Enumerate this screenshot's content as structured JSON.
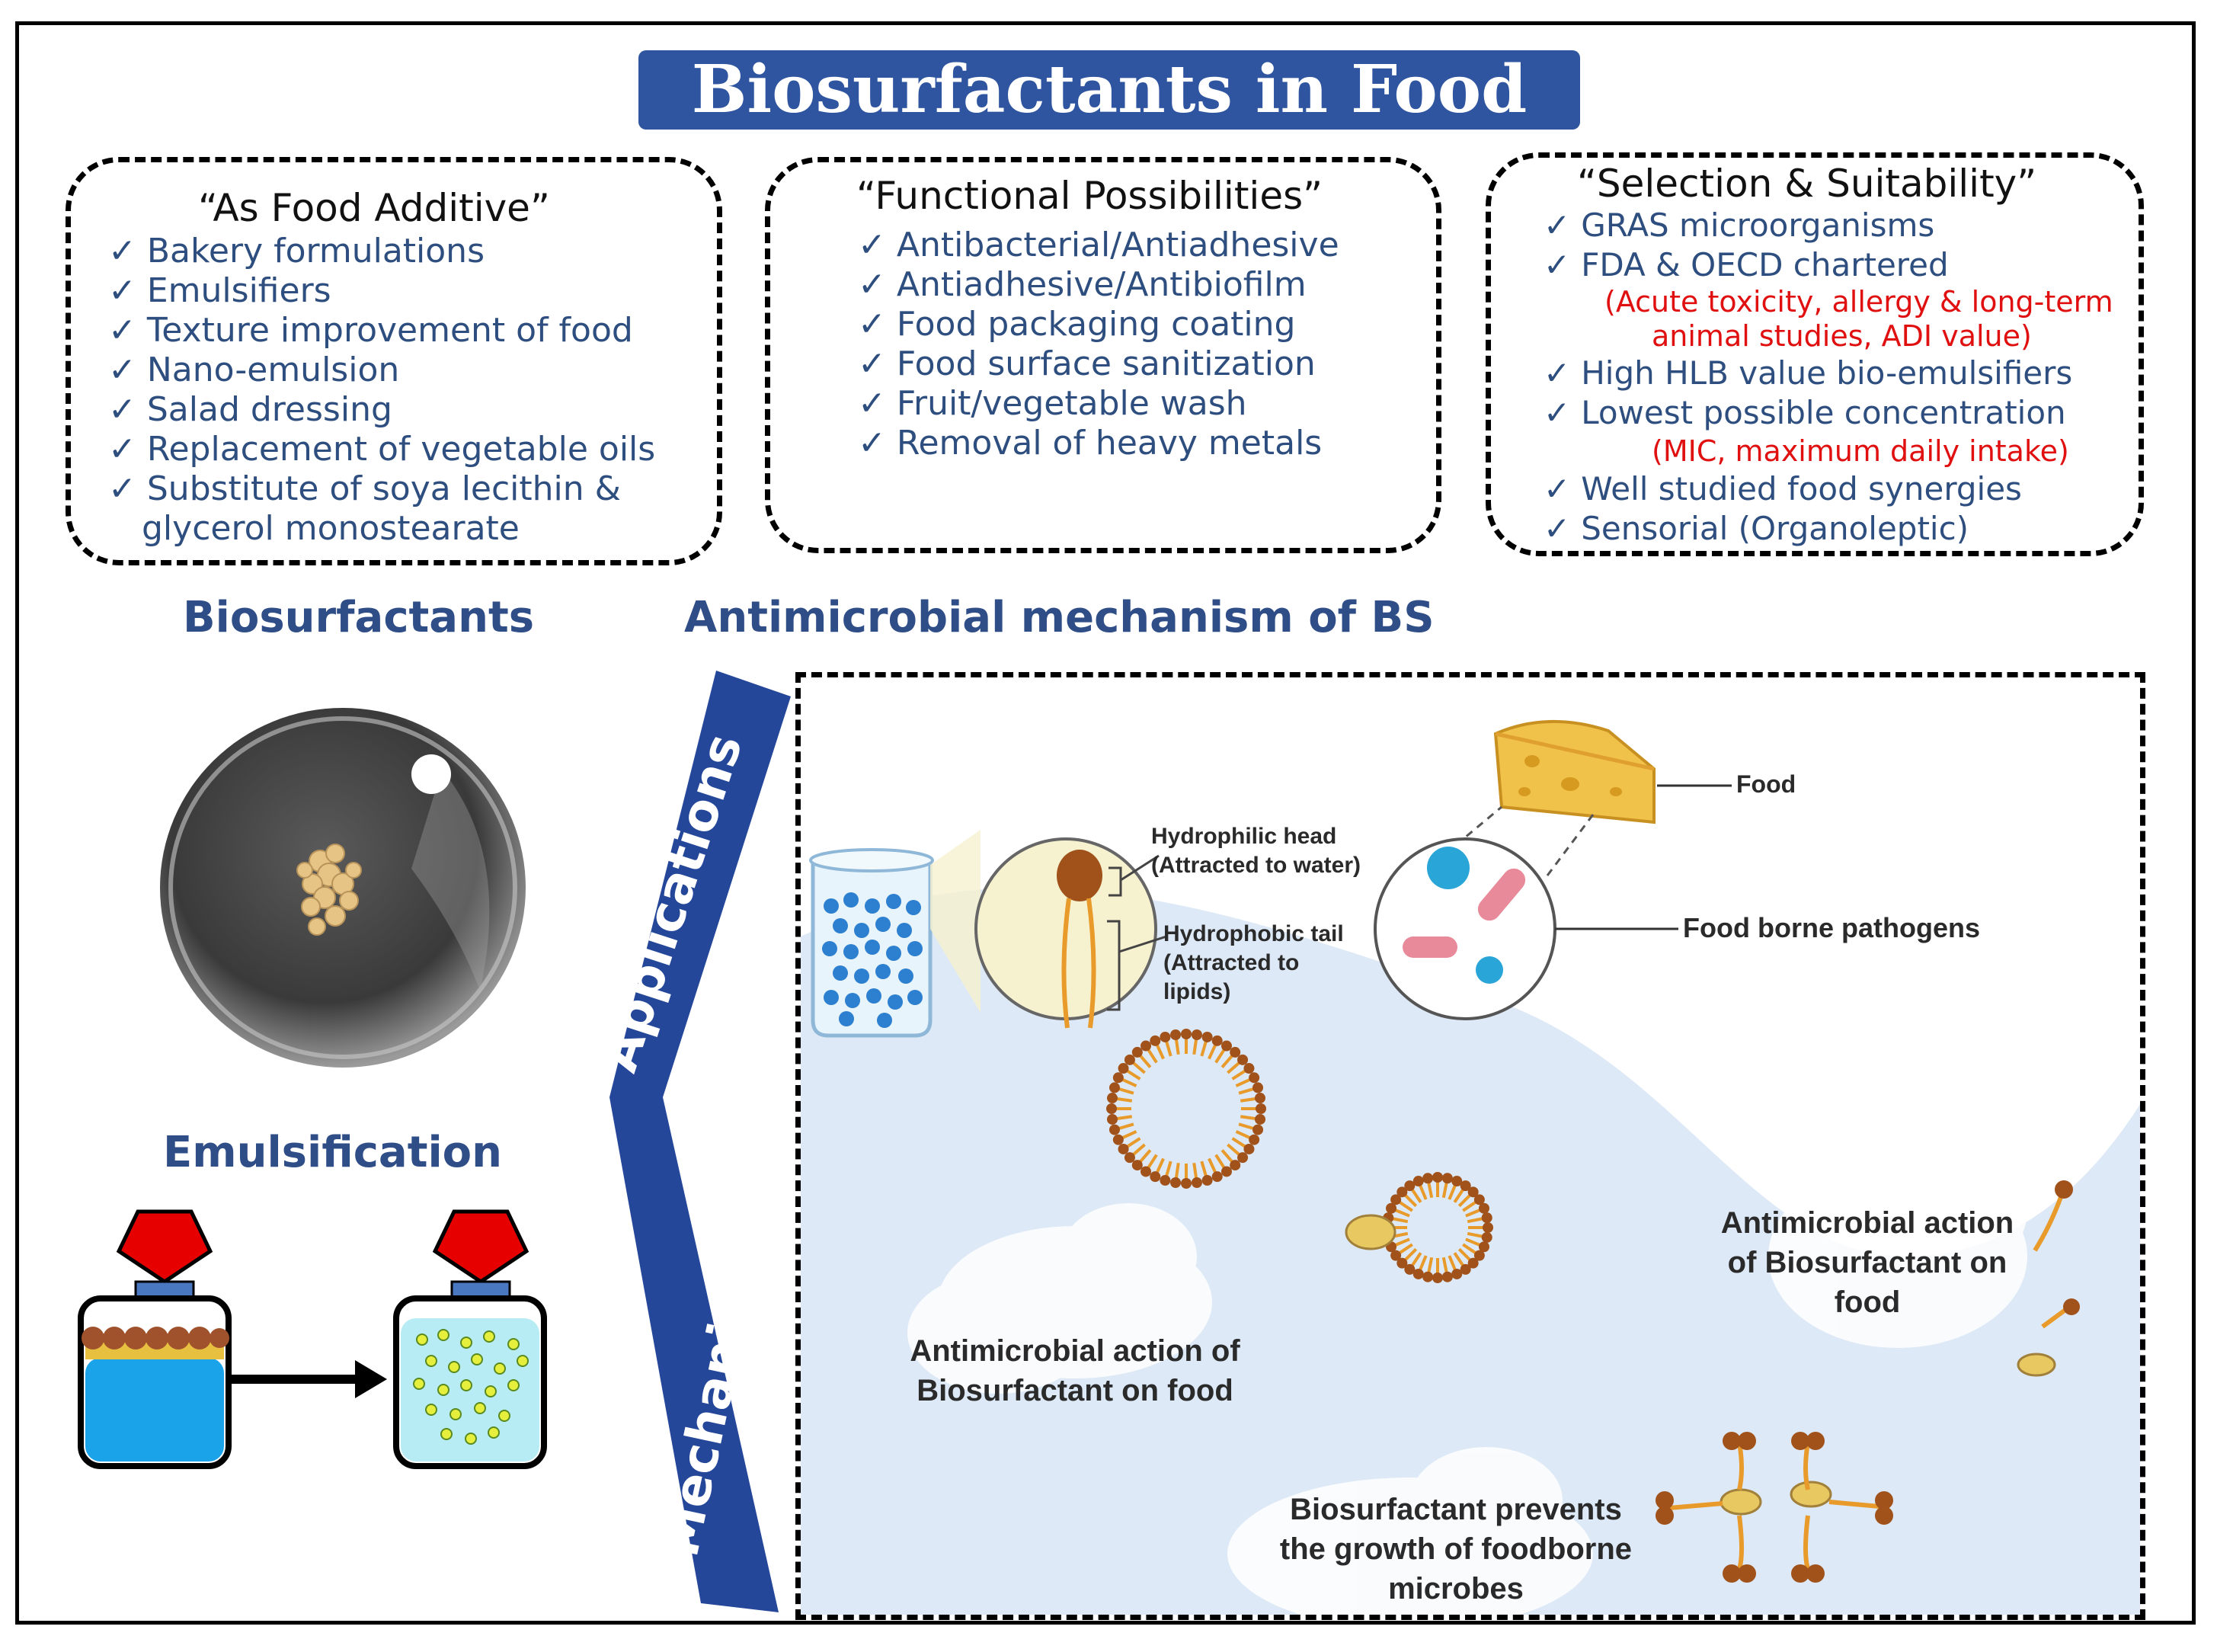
{
  "title": "Biosurfactants in Food",
  "additive": {
    "heading": "“As Food Additive”",
    "items": [
      "Bakery formulations",
      "Emulsifiers",
      "Texture improvement of food",
      "Nano-emulsion",
      "Salad dressing",
      "Replacement of vegetable oils",
      "Substitute of soya lecithin &",
      "glycerol monostearate"
    ]
  },
  "functional": {
    "heading": "“Functional  Possibilities”",
    "items": [
      "Antibacterial/Antiadhesive",
      "Antiadhesive/Antibiofilm",
      "Food packaging coating",
      "Food surface sanitization",
      "Fruit/vegetable wash",
      "Removal of heavy metals"
    ]
  },
  "selection": {
    "heading": "“Selection & Suitability”",
    "item1": "GRAS microorganisms",
    "item2": "FDA & OECD chartered",
    "note2a": "(Acute toxicity, allergy & long-term",
    "note2b": "animal studies, ADI value)",
    "item3": "High  HLB value  bio-emulsifiers",
    "item4": "Lowest possible concentration",
    "note4": "(MIC,  maximum  daily intake)",
    "item5": "Well studied food synergies",
    "item6": "Sensorial  (Organoleptic)"
  },
  "left": {
    "biosurfactants": "Biosurfactants",
    "emulsification": "Emulsification"
  },
  "arrow": {
    "applications": "Applications",
    "mechanisms": "Mechanisms"
  },
  "mechanism_title": "Antimicrobial mechanism of BS",
  "diagram": {
    "head_label": "Hydrophilic head",
    "head_sub": "(Attracted to water)",
    "tail_label": "Hydrophobic tail",
    "tail_sub1": "(Attracted to",
    "tail_sub2": "lipids)",
    "food": "Food",
    "pathogens": "Food borne pathogens",
    "action1a": "Antimicrobial action of",
    "action1b": "Biosurfactant on food",
    "action2a": "Antimicrobial action",
    "action2b": "of Biosurfactant on",
    "action2c": "food",
    "prevents1": "Biosurfactant prevents",
    "prevents2": "the growth of foodborne",
    "prevents3": "microbes"
  },
  "colors": {
    "title_bg": "#2f55a0",
    "list_text": "#2d4e7e",
    "note_red": "#e01010",
    "section_blue": "#2f4d86",
    "arrow_blue": "#25479a",
    "lid_red": "#e60000",
    "water_blue": "#1aa3e8",
    "oil_brown": "#a0522d"
  },
  "icons": [
    "check-icon",
    "petri-dish-icon",
    "bottle-icon",
    "arrow-right-icon",
    "beaker-icon",
    "micelle-icon",
    "cheese-icon",
    "virus-icon",
    "bacteria-icon",
    "cloud-icon"
  ]
}
